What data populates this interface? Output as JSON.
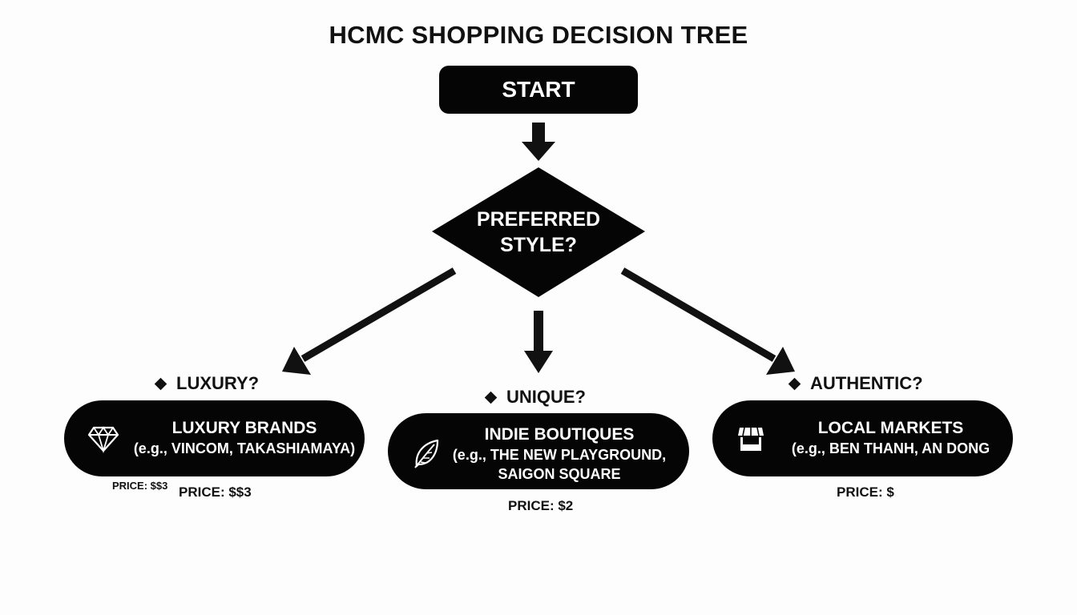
{
  "title": "HCMC SHOPPING DECISION TREE",
  "start": {
    "label": "START"
  },
  "decision": {
    "line1": "PREFERRED",
    "line2": "STYLE?"
  },
  "branches": {
    "luxury": {
      "question": "LUXURY?",
      "icon": "diamond-icon",
      "title": "LUXURY BRANDS",
      "examples": "(e.g., VINCOM, TAKASHIAMAYA)",
      "price_small": "PRICE: $$3",
      "price": "PRICE: $$3"
    },
    "unique": {
      "question": "UNIQUE?",
      "icon": "leaf-icon",
      "title": "INDIE BOUTIQUES",
      "examples_line1": "(e.g., THE NEW PLAYGROUND,",
      "examples_line2": "SAIGON SQUARE",
      "price": "PRICE: $2"
    },
    "authentic": {
      "question": "AUTHENTIC?",
      "icon": "market-stall-icon",
      "title": "LOCAL MARKETS",
      "examples": "(e.g., BEN THANH, AN DONG",
      "price": "PRICE: $"
    }
  },
  "colors": {
    "node_fill": "#050505",
    "node_text": "#ffffff",
    "background": "#fcfdfc"
  }
}
